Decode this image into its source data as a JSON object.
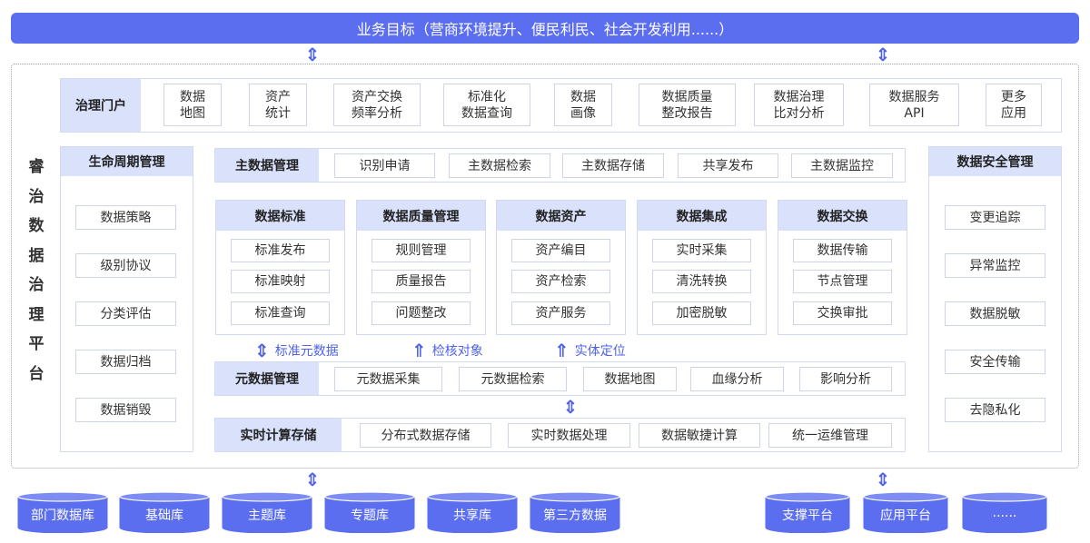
{
  "top_bar": "业务目标（营商环境提升、便民利民、社会开发利用......）",
  "platform_title": [
    "睿",
    "治",
    "数",
    "据",
    "治",
    "理",
    "平",
    "台"
  ],
  "portal": {
    "title": "治理门户",
    "items": [
      [
        "数据",
        "地图"
      ],
      [
        "资产",
        "统计"
      ],
      [
        "资产交换",
        "频率分析"
      ],
      [
        "标准化",
        "数据查询"
      ],
      [
        "数据",
        "画像"
      ],
      [
        "数据质量",
        "整改报告"
      ],
      [
        "数据治理",
        "比对分析"
      ],
      [
        "数据服务",
        "API"
      ],
      [
        "更多",
        "应用"
      ]
    ]
  },
  "lifecycle": {
    "title": "生命周期管理",
    "items": [
      "数据策略",
      "级别协议",
      "分类评估",
      "数据归档",
      "数据销毁"
    ]
  },
  "security": {
    "title": "数据安全管理",
    "items": [
      "变更追踪",
      "异常监控",
      "数据脱敏",
      "安全传输",
      "去隐私化"
    ]
  },
  "master_data": {
    "title": "主数据管理",
    "items": [
      "识别申请",
      "主数据检索",
      "主数据存储",
      "共享发布",
      "主数据监控"
    ]
  },
  "modules": [
    {
      "title": "数据标准",
      "items": [
        "标准发布",
        "标准映射",
        "标准查询"
      ]
    },
    {
      "title": "数据质量管理",
      "items": [
        "规则管理",
        "质量报告",
        "问题整改"
      ]
    },
    {
      "title": "数据资产",
      "items": [
        "资产编目",
        "资产检索",
        "资产服务"
      ]
    },
    {
      "title": "数据集成",
      "items": [
        "实时采集",
        "清洗转换",
        "加密脱敏"
      ]
    },
    {
      "title": "数据交换",
      "items": [
        "数据传输",
        "节点管理",
        "交换审批"
      ]
    }
  ],
  "arrow_labels": [
    "标准元数据",
    "检核对象",
    "实体定位"
  ],
  "metadata": {
    "title": "元数据管理",
    "items": [
      "元数据采集",
      "元数据检索",
      "数据地图",
      "血缘分析",
      "影响分析"
    ]
  },
  "compute": {
    "title": "实时计算存储",
    "items": [
      "分布式数据存储",
      "实时数据处理",
      "数据敏捷计算",
      "统一运维管理"
    ]
  },
  "databases_left": [
    "部门数据库",
    "基础库",
    "主题库",
    "专题库",
    "共享库",
    "第三方数据"
  ],
  "databases_right": [
    "支撑平台",
    "应用平台",
    "......"
  ],
  "colors": {
    "accent": "#5b6ef0",
    "header_bg": "#d9e1fb",
    "arrow": "#4f62e8"
  }
}
